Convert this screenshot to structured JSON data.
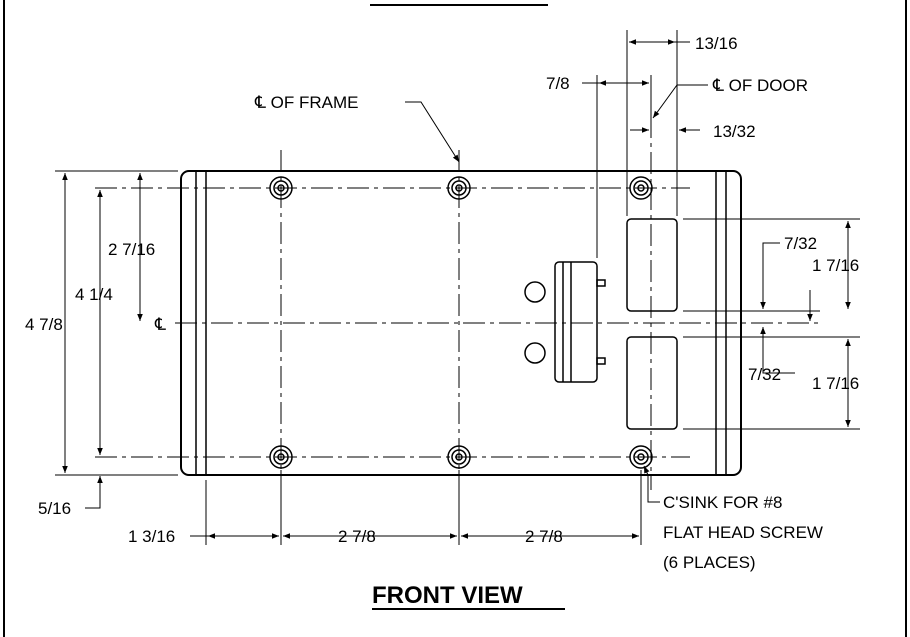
{
  "title": "FRONT VIEW",
  "labels": {
    "cl_frame": "℄ OF FRAME",
    "cl_door": "℄ OF DOOR",
    "cl_symbol": "℄",
    "csink_line1": "C'SINK FOR #8",
    "csink_line2": "FLAT HEAD SCREW",
    "csink_line3": "(6 PLACES)"
  },
  "dimensions": {
    "top_13_16": "13/16",
    "top_7_8": "7/8",
    "door_13_32": "13/32",
    "left_2_7_16": "2 7/16",
    "left_4_1_4": "4 1/4",
    "left_4_7_8": "4 7/8",
    "left_5_16": "5/16",
    "right_7_32_upper": "7/32",
    "right_1_7_16_upper": "1 7/16",
    "right_7_32_lower": "7/32",
    "right_1_7_16_lower": "1 7/16",
    "bottom_1_3_16": "1 3/16",
    "bottom_2_7_8_a": "2 7/8",
    "bottom_2_7_8_b": "2 7/8"
  }
}
